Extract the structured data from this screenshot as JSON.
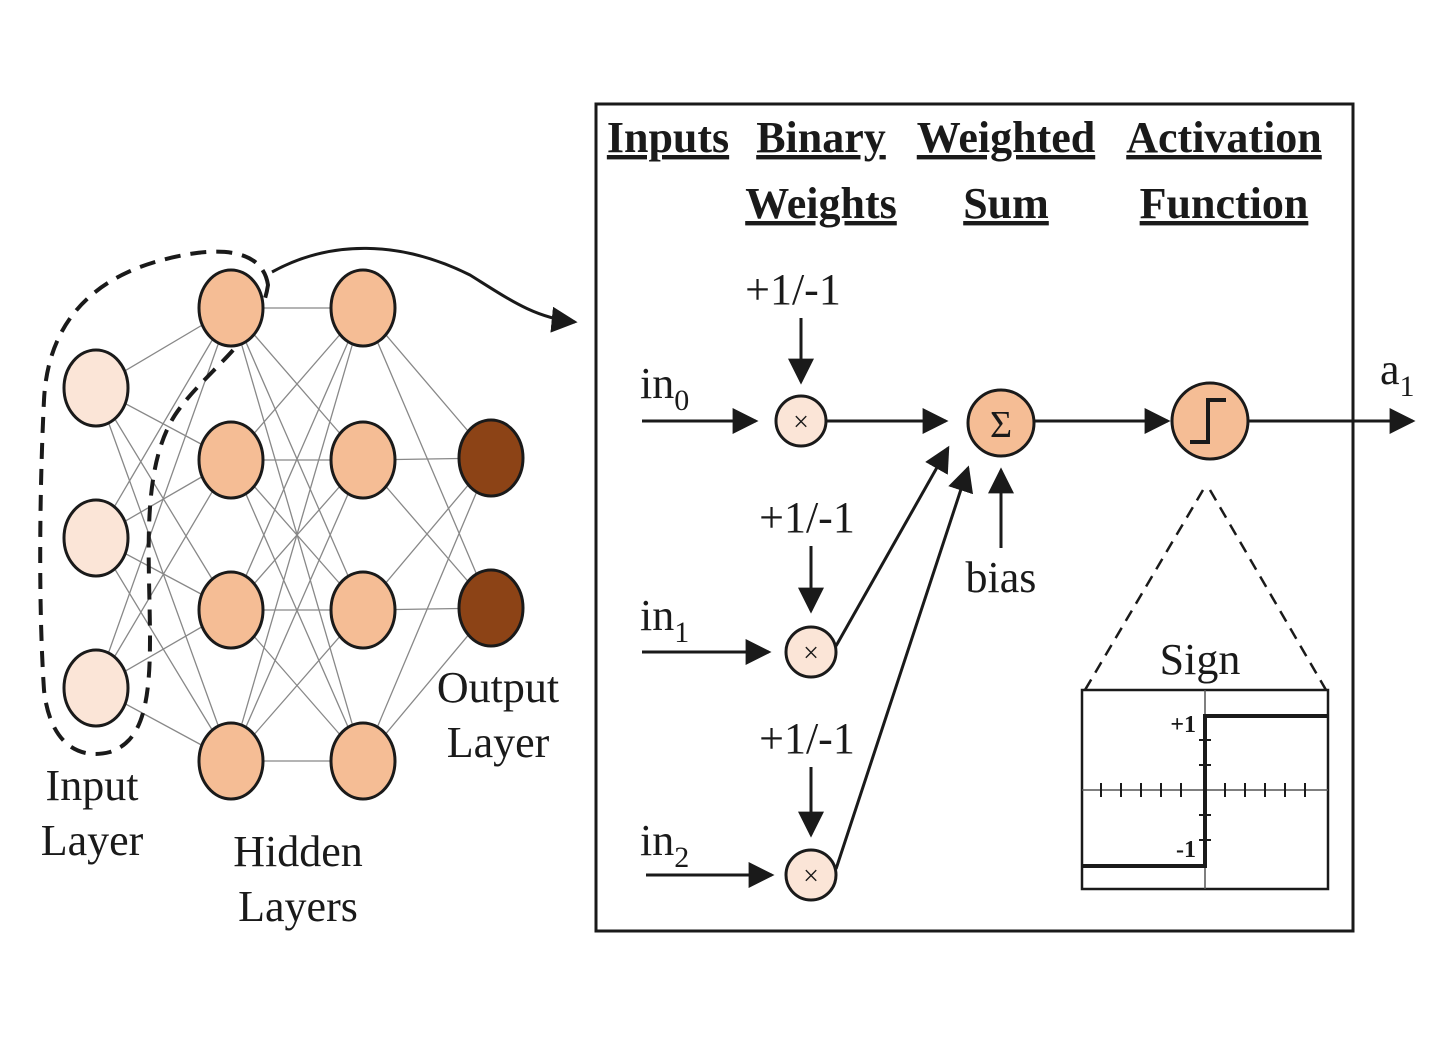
{
  "network": {
    "input_layer_label": [
      "Input",
      "Layer"
    ],
    "hidden_layers_label": [
      "Hidden",
      "Layers"
    ],
    "output_layer_label": [
      "Output",
      "Layer"
    ]
  },
  "neuron": {
    "headers": {
      "inputs": "Inputs",
      "binary_weights": [
        "Binary",
        "Weights"
      ],
      "weighted_sum": [
        "Weighted",
        "Sum"
      ],
      "activation_function": [
        "Activation",
        "Function"
      ]
    },
    "inputs": [
      {
        "base": "in",
        "sub": "0"
      },
      {
        "base": "in",
        "sub": "1"
      },
      {
        "base": "in",
        "sub": "2"
      }
    ],
    "weight_label": "+1/-1",
    "multiply_symbol": "×",
    "sum_symbol": "Σ",
    "bias_label": "bias",
    "output": {
      "base": "a",
      "sub": "1"
    },
    "sign_title": "Sign",
    "sign_plus": "+1",
    "sign_minus": "-1"
  },
  "colors": {
    "input_node": "#fbe5d7",
    "hidden_node": "#f5bd95",
    "output_node": "#8c4316",
    "stroke": "#1a1a1a",
    "edge": "#888888"
  }
}
